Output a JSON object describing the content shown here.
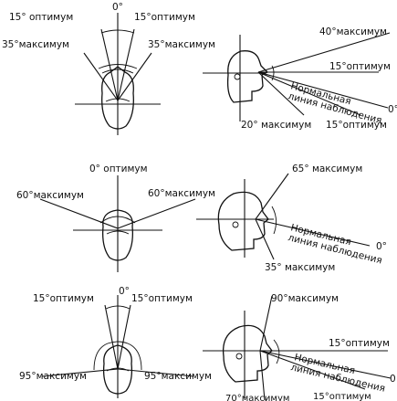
{
  "labels": {
    "p1_zero": "0°",
    "p1_left_opt": "15° оптимум",
    "p1_right_opt": "15°оптимум",
    "p1_left_max": "35°максимум",
    "p1_right_max": "35°максимум",
    "p2_max": "40°максимум",
    "p2_opt": "15°оптимум",
    "p2_normal1": "Нормальная",
    "p2_normal2": "линия наблюдения",
    "p2_zero": "0°",
    "p2_down_max": "20° максимум",
    "p2_down_opt": "15°оптимум",
    "p3_opt": "0° оптимум",
    "p3_left_max": "60°максимум",
    "p3_right_max": "60°максимум",
    "p4_max": "65° максимум",
    "p4_normal1": "Нормальная",
    "p4_normal2": "линия наблюдения",
    "p4_zero": "0°",
    "p4_down_max": "35° максимум",
    "p5_zero": "0°",
    "p5_left_opt": "15°оптимум",
    "p5_right_opt": "15°оптимум",
    "p5_left_max": "95°максимум",
    "p5_right_max": "95°максимум",
    "p6_max": "90°максимум",
    "p6_opt": "15°оптимум",
    "p6_normal1": "Нормальная",
    "p6_normal2": "линия наблюдения",
    "p6_zero": "0",
    "p6_down_max": "70°максимум",
    "p6_down_opt": "15°оптимум"
  }
}
